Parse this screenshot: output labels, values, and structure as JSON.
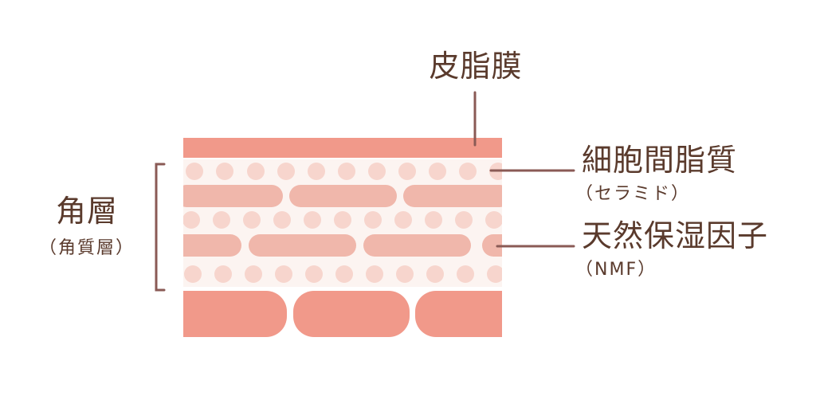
{
  "labels": {
    "sebum_membrane": "皮脂膜",
    "intercellular_lipid": "細胞間脂質",
    "intercellular_lipid_sub": "（セラミド）",
    "nmf": "天然保湿因子",
    "nmf_sub": "（NMF）",
    "stratum_corneum": "角層",
    "stratum_corneum_sub": "（角質層）"
  },
  "colors": {
    "sebum": "#f1998a",
    "corneocyte_dark": "#f1998a",
    "corneocyte_light": "#f0b7ab",
    "lipid_dot": "#f7d5cd",
    "background_band": "#fcf4f1",
    "line": "#8a5a55",
    "text": "#5a3a2c"
  }
}
